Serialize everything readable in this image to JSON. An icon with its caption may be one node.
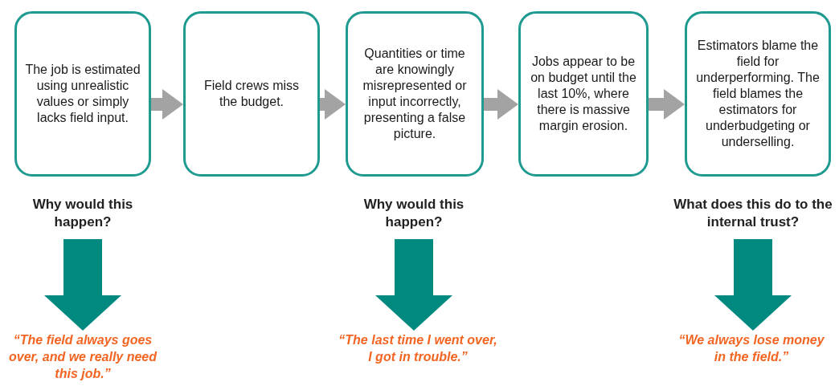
{
  "diagram": {
    "nodes": [
      {
        "text": [
          "The job is estimated using unrealistic values or simply lacks field input."
        ]
      },
      {
        "text": [
          "Field crews miss the budget."
        ]
      },
      {
        "text": [
          "Quantities or time are knowingly misrepresented or input incorrectly, presenting a false picture."
        ]
      },
      {
        "text": [
          "Jobs appear to be on budget until the last 10%, where there is massive margin erosion."
        ]
      },
      {
        "text": [
          "Estimators blame the field for underperforming. The field blames the estimators for underbudgeting or underselling."
        ]
      },
      {
        "text": [
          "Why would this happen?"
        ]
      },
      {
        "text": [
          "“The field always goes over, and we really need this job.”"
        ]
      },
      {
        "text": [
          "Why would this happen?"
        ]
      },
      {
        "text": [
          "“The last time I went over, I got in trouble.”"
        ]
      },
      {
        "text": [
          "What does this do to the internal trust?"
        ]
      },
      {
        "text": [
          "“We always lose money in the field.”"
        ]
      }
    ],
    "edges": [
      {
        "from": 0,
        "to": 1,
        "arrow": "to"
      },
      {
        "from": 1,
        "to": 2,
        "arrow": "to"
      },
      {
        "from": 2,
        "to": 3,
        "arrow": "to"
      },
      {
        "from": 3,
        "to": 4,
        "arrow": "to"
      },
      {
        "from": 5,
        "to": 6,
        "arrow": "to",
        "style": "thick",
        "color": "#00897f"
      },
      {
        "from": 7,
        "to": 8,
        "arrow": "to",
        "style": "thick",
        "color": "#00897f"
      },
      {
        "from": 9,
        "to": 10,
        "arrow": "to",
        "style": "thick",
        "color": "#00897f"
      }
    ]
  }
}
